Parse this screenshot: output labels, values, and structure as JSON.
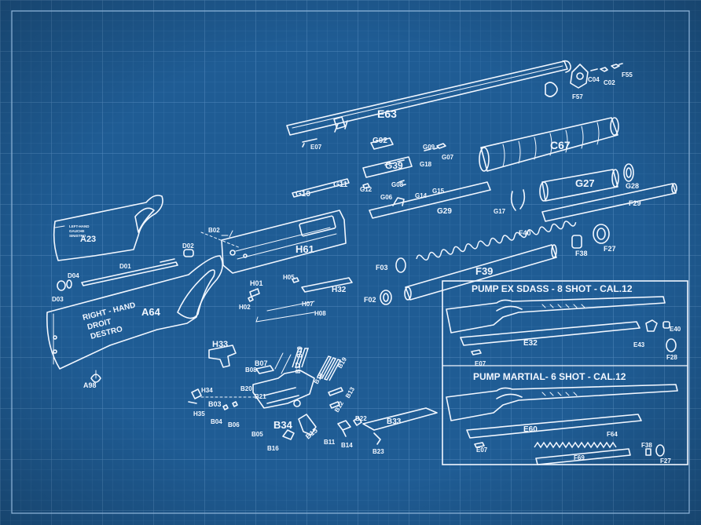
{
  "colors": {
    "background": "#1f5c94",
    "grid_minor": "#3c76ab",
    "grid_major": "#5188bb",
    "ink": "#f2f7ff"
  },
  "buttstock_a23_imprint": [
    "LEFT-HAND",
    "GAUCHE",
    "SINISTRO"
  ],
  "stock_a64_imprint": [
    "RIGHT - HAND",
    "DROIT",
    "DESTRO"
  ],
  "part_labels": {
    "A23": "A23",
    "A64": "A64",
    "A98": "A98",
    "D01": "D01",
    "D02": "D02",
    "D03": "D03",
    "D04": "D04",
    "B02": "B02",
    "H61": "H61",
    "H01": "H01",
    "H02": "H02",
    "H05": "H05",
    "H07": "H07",
    "H08": "H08",
    "H32": "H32",
    "H33": "H33",
    "B07": "B07",
    "B08": "B08",
    "B10": "B10",
    "B12": "B12",
    "B13": "B13",
    "B14": "B14",
    "B15": "B15",
    "B16": "B16",
    "B18": "B18",
    "B19": "B19",
    "B20": "B20",
    "B21": "B21",
    "B22": "B22",
    "B23": "B23",
    "B33": "B33",
    "B34": "B34",
    "B03": "B03",
    "B04": "B04",
    "B05": "B05",
    "B06": "B06",
    "B11": "B11",
    "H34": "H34",
    "H35": "H35",
    "E63": "E63",
    "E07": "E07",
    "G02": "G02",
    "G06": "G06",
    "G08": "G08",
    "G09": "G09",
    "G10": "G10",
    "G11": "G11",
    "G12": "G12",
    "G14": "G14",
    "G15": "G15",
    "G17": "G17",
    "G18": "G18",
    "G27": "G27",
    "G28": "G28",
    "G29": "G29",
    "G39": "G39",
    "G07": "G07",
    "C67": "C67",
    "C04": "C04",
    "C02": "C02",
    "F55": "F55",
    "F57": "F57",
    "F29": "F29",
    "F40": "F40",
    "F38": "F38",
    "F27": "F27",
    "F39": "F39",
    "F03": "F03",
    "F02": "F02",
    "E32": "E32",
    "E40": "E40",
    "E43": "E43",
    "F28": "F28",
    "E60": "E60",
    "F64": "F64",
    "F69": "F69"
  },
  "variant_box": {
    "variant_1_title": "PUMP EX SDASS - 8 SHOT - CAL.12",
    "variant_2_title": "PUMP MARTIAL- 6 SHOT - CAL.12"
  }
}
